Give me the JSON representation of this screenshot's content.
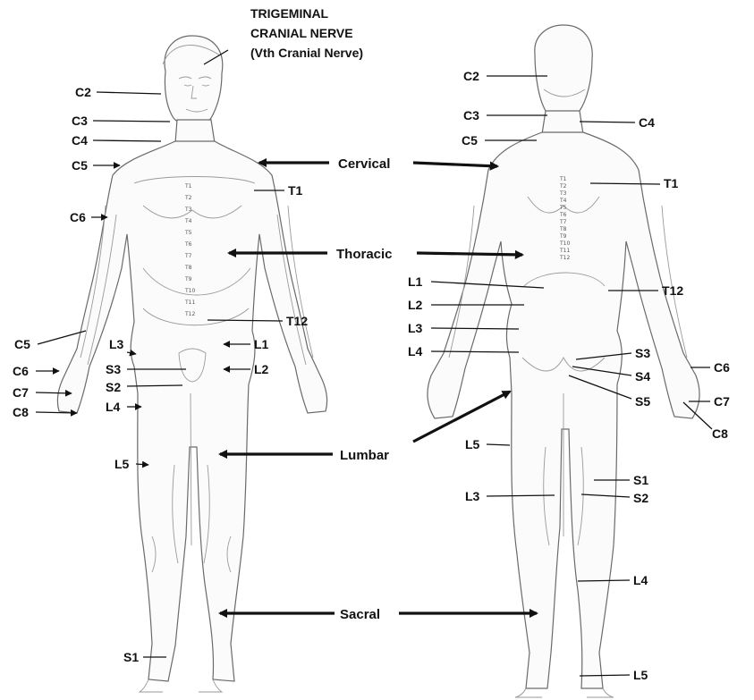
{
  "title": {
    "line1": "TRIGEMINAL",
    "line2": "CRANIAL NERVE",
    "line3": "(Vth Cranial Nerve)"
  },
  "regions": {
    "cervical": "Cervical",
    "thoracic": "Thoracic",
    "lumbar": "Lumbar",
    "sacral": "Sacral"
  },
  "front_labels": {
    "c2": "C2",
    "c3": "C3",
    "c4": "C4",
    "c5": "C5",
    "c6": "C6",
    "t1": "T1",
    "t12": "T12",
    "c5_hand": "C5",
    "c6_hand": "C6",
    "c7_hand": "C7",
    "c8_hand": "C8",
    "l3": "L3",
    "s3": "S3",
    "s2": "S2",
    "l4": "L4",
    "l1": "L1",
    "l2": "L2",
    "l5": "L5",
    "s1": "S1"
  },
  "back_labels": {
    "c2": "C2",
    "c3": "C3",
    "c4": "C4",
    "c5": "C5",
    "t1": "T1",
    "t12": "T12",
    "l1": "L1",
    "l2": "L2",
    "l3": "L3",
    "l4": "L4",
    "s3": "S3",
    "s4": "S4",
    "s5": "S5",
    "c6": "C6",
    "c7": "C7",
    "c8": "C8",
    "l5": "L5",
    "s1": "S1",
    "s2": "S2",
    "l3_leg": "L3",
    "l4_leg": "L4",
    "l5_foot": "L5"
  },
  "vertebrae_front": [
    "T1",
    "T2",
    "T3",
    "T4",
    "T5",
    "T6",
    "T7",
    "T8",
    "T9",
    "T10",
    "T11",
    "T12"
  ],
  "vertebrae_back": [
    "T1",
    "T2",
    "T3",
    "T4",
    "T5",
    "T6",
    "T7",
    "T8",
    "T9",
    "T10",
    "T11",
    "T12"
  ]
}
